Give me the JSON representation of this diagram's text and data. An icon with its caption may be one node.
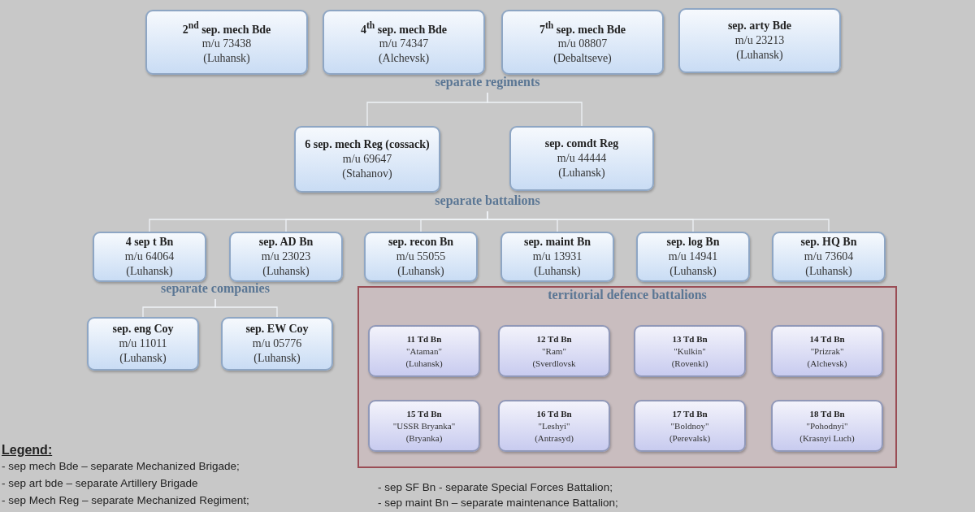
{
  "diagram": {
    "nodes": [
      {
        "text": [
          "2$^{nd}$ sep. mech Bde",
          "m/u 73438",
          "(Luhansk)"
        ]
      },
      {
        "text": [
          "4$^{th}$ sep. mech Bde",
          "m/u 74347",
          "(Alchevsk)"
        ]
      },
      {
        "text": [
          "7$^{th}$ sep. mech Bde",
          "m/u 08807",
          "(Debaltseve)"
        ]
      },
      {
        "text": [
          "sep. arty Bde",
          "m/u 23213",
          "(Luhansk)"
        ]
      },
      {
        "text": [
          "separate regiments"
        ]
      },
      {
        "text": [
          "6 sep. mech Reg (cossack)",
          "m/u 69647",
          "(Stahanov)"
        ]
      },
      {
        "text": [
          "sep. comdt Reg",
          "m/u 44444",
          "(Luhansk)"
        ]
      },
      {
        "text": [
          "separate battalions"
        ]
      },
      {
        "text": [
          "4 sep t Bn",
          "m/u 64064",
          "(Luhansk)"
        ]
      },
      {
        "text": [
          "sep. AD Bn",
          "m/u 23023",
          "(Luhansk)"
        ]
      },
      {
        "text": [
          "sep. recon Bn",
          "m/u 55055",
          "(Luhansk)"
        ]
      },
      {
        "text": [
          "sep. maint Bn",
          "m/u 13931",
          "(Luhansk)"
        ]
      },
      {
        "text": [
          "sep. log Bn",
          "m/u 14941",
          "(Luhansk)"
        ]
      },
      {
        "text": [
          "sep. HQ Bn",
          "m/u 73604",
          "(Luhansk)"
        ]
      },
      {
        "text": [
          "separate companies"
        ]
      },
      {
        "text": [
          "sep. eng Coy",
          "m/u 11011",
          "(Luhansk)"
        ]
      },
      {
        "text": [
          "sep. EW Coy",
          "m/u 05776",
          "(Luhansk)"
        ]
      },
      {
        "text": [
          "territorial defence battalions"
        ]
      },
      {
        "text": [
          "11 Td Bn",
          "\"Ataman\"",
          "(Luhansk)"
        ],
        "in": 17
      },
      {
        "text": [
          "12 Td Bn",
          "\"Ram\"",
          "(Sverdlovsk"
        ],
        "in": 17
      },
      {
        "text": [
          "13 Td Bn",
          "\"Kulkin\"",
          "(Rovenki)"
        ],
        "in": 17
      },
      {
        "text": [
          "14 Td Bn",
          "\"Prizrak\"",
          "(Alchevsk)"
        ],
        "in": 17
      },
      {
        "text": [
          "15 Td Bn",
          "\"USSR Bryanka\"",
          "(Bryanka)"
        ],
        "in": 17
      },
      {
        "text": [
          "16 Td Bn",
          "\"Leshyi\"",
          "(Antrasyd)"
        ],
        "in": 17
      },
      {
        "text": [
          "17 Td Bn",
          "\"Boldnoy\"",
          "(Perevalsk)"
        ],
        "in": 17
      },
      {
        "text": [
          "18 Td Bn",
          "\"Pohodnyi\"",
          "(Krasnyi Luch)"
        ],
        "in": 17
      }
    ],
    "edges": [
      {
        "from": 4,
        "to": 5,
        "arrow": "none"
      },
      {
        "from": 4,
        "to": 6,
        "arrow": "none"
      },
      {
        "from": 7,
        "to": 8,
        "arrow": "none"
      },
      {
        "from": 7,
        "to": 9,
        "arrow": "none"
      },
      {
        "from": 7,
        "to": 10,
        "arrow": "none"
      },
      {
        "from": 7,
        "to": 11,
        "arrow": "none"
      },
      {
        "from": 7,
        "to": 12,
        "arrow": "none"
      },
      {
        "from": 7,
        "to": 13,
        "arrow": "none"
      },
      {
        "from": 14,
        "to": 15,
        "arrow": "none"
      },
      {
        "from": 14,
        "to": 16,
        "arrow": "none"
      }
    ],
    "labels": [
      "Legend:",
      "- sep mech Bde – separate Mechanized Brigade;",
      "- sep art bde – separate Artillery Brigade",
      "- sep Mech Reg – separate Mechanized Regiment;",
      "- sep SF Bn - separate Special Forces Battalion;",
      "- sep maint Bn – separate maintenance Battalion;"
    ]
  }
}
